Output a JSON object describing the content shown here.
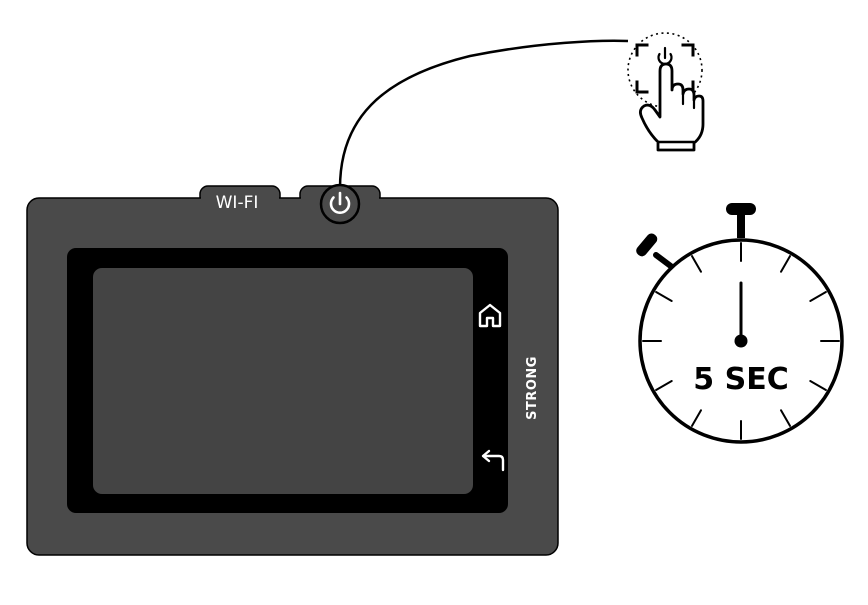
{
  "device": {
    "wifi_label": "WI-FI",
    "brand_label": "STRONG",
    "power_icon": "power-icon",
    "home_icon": "home-icon",
    "back_icon": "back-arrow-icon"
  },
  "gesture": {
    "icon": "finger-press-icon",
    "target": "power-button"
  },
  "timer": {
    "icon": "stopwatch-icon",
    "label": "5 SEC"
  },
  "colors": {
    "device_body": "#4a4a4a",
    "bezel": "#000000",
    "screen": "#444444",
    "outline": "#000000",
    "label_text": "#ffffff"
  }
}
